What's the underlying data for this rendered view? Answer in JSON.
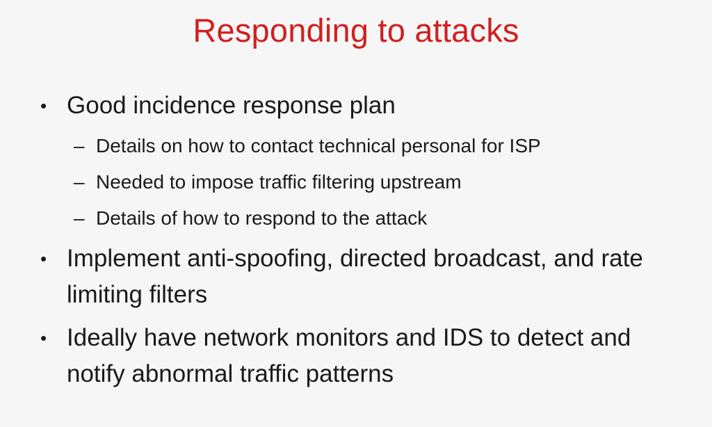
{
  "slide": {
    "title": "Responding to attacks",
    "bullets": [
      {
        "text": "Good incidence response plan",
        "sub": [
          "Details on how to contact technical personal for ISP",
          "Needed to impose traffic filtering upstream",
          "Details of how to respond to the attack"
        ]
      },
      {
        "text": "Implement anti-spoofing, directed broadcast, and rate limiting filters"
      },
      {
        "text": "Ideally have network monitors and IDS to detect and notify abnormal traffic patterns"
      }
    ],
    "bullet_glyph": "•",
    "sub_bullet_glyph": "–"
  },
  "colors": {
    "title": "#d21f1f",
    "body_text": "#1a1a1a",
    "background": "#f6f6f6"
  }
}
